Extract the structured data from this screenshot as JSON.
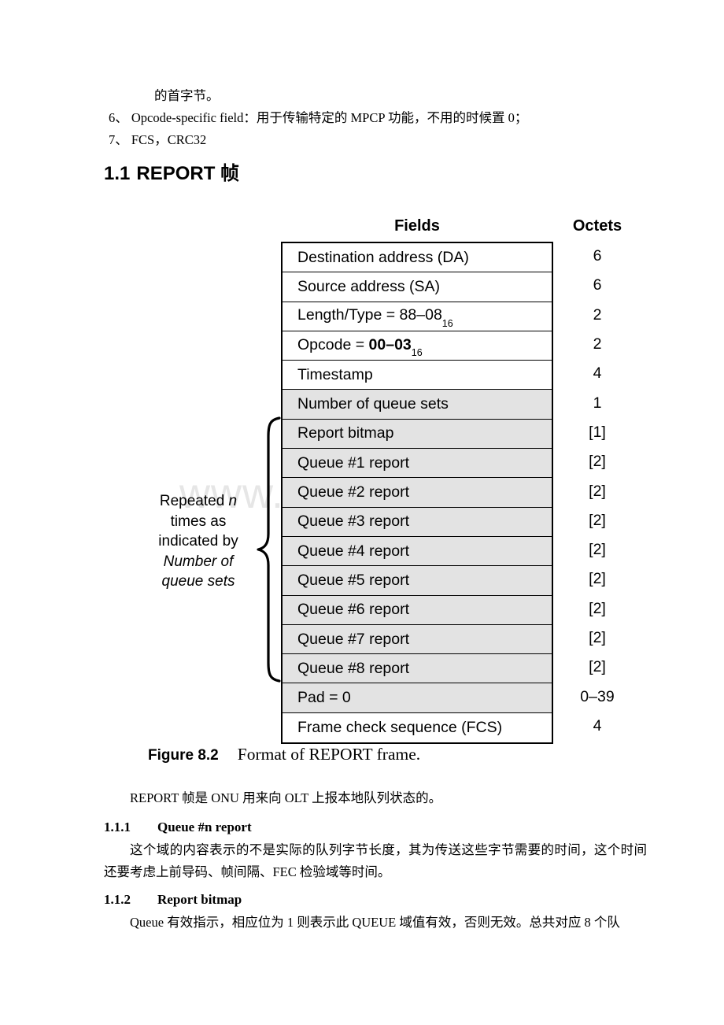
{
  "watermark": {
    "text": "www.zixin.com.cn",
    "color": "#e6e6e6"
  },
  "intro": {
    "continued_line": "的首字节。",
    "items": [
      "6、 Opcode-specific field：用于传输特定的 MPCP 功能，不用的时候置 0；",
      "7、 FCS，CRC32"
    ]
  },
  "section_heading": {
    "number": "1.1",
    "title": "REPORT 帧"
  },
  "figure": {
    "headers": {
      "fields": "Fields",
      "octets": "Octets"
    },
    "caption_label": "Figure 8.2",
    "caption_text": "Format of REPORT frame.",
    "repeat_note": {
      "line1_prefix": "Repeated ",
      "line1_italic": "n",
      "line2": "times as",
      "line3": "indicated by",
      "line4_italic": "Number of",
      "line5_italic": "queue sets"
    },
    "shade_color": "#e3e3e3",
    "rows": [
      {
        "field": "Destination address (DA)",
        "octets": "6",
        "shaded": false
      },
      {
        "field": "Source address (SA)",
        "octets": "6",
        "shaded": false
      },
      {
        "field": "Length/Type = 88–08",
        "sub": "16",
        "octets": "2",
        "shaded": false
      },
      {
        "field": "Opcode = ",
        "bold": "00–03",
        "sub": "16",
        "octets": "2",
        "shaded": false
      },
      {
        "field": "Timestamp",
        "octets": "4",
        "shaded": false
      },
      {
        "field": "Number of queue sets",
        "octets": "1",
        "shaded": true
      },
      {
        "field": "Report bitmap",
        "octets": "[1]",
        "shaded": true
      },
      {
        "field": "Queue #1 report",
        "octets": "[2]",
        "shaded": true
      },
      {
        "field": "Queue #2 report",
        "octets": "[2]",
        "shaded": true
      },
      {
        "field": "Queue #3 report",
        "octets": "[2]",
        "shaded": true
      },
      {
        "field": "Queue #4 report",
        "octets": "[2]",
        "shaded": true
      },
      {
        "field": "Queue #5 report",
        "octets": "[2]",
        "shaded": true
      },
      {
        "field": "Queue #6 report",
        "octets": "[2]",
        "shaded": true
      },
      {
        "field": "Queue #7 report",
        "octets": "[2]",
        "shaded": true
      },
      {
        "field": "Queue #8 report",
        "octets": "[2]",
        "shaded": true
      },
      {
        "field": "Pad = 0",
        "octets": "0–39",
        "shaded": true
      },
      {
        "field": "Frame check sequence (FCS)",
        "octets": "4",
        "shaded": false
      }
    ]
  },
  "body": {
    "intro_para": "REPORT 帧是 ONU 用来向 OLT 上报本地队列状态的。",
    "sections": [
      {
        "number": "1.1.1",
        "title": "Queue #n report",
        "para": "这个域的内容表示的不是实际的队列字节长度，其为传送这些字节需要的时间，这个时间还要考虑上前导码、帧间隔、FEC 检验域等时间。"
      },
      {
        "number": "1.1.2",
        "title": "Report bitmap",
        "para": "Queue 有效指示，相应位为 1 则表示此 QUEUE 域值有效，否则无效。总共对应 8 个队"
      }
    ]
  }
}
